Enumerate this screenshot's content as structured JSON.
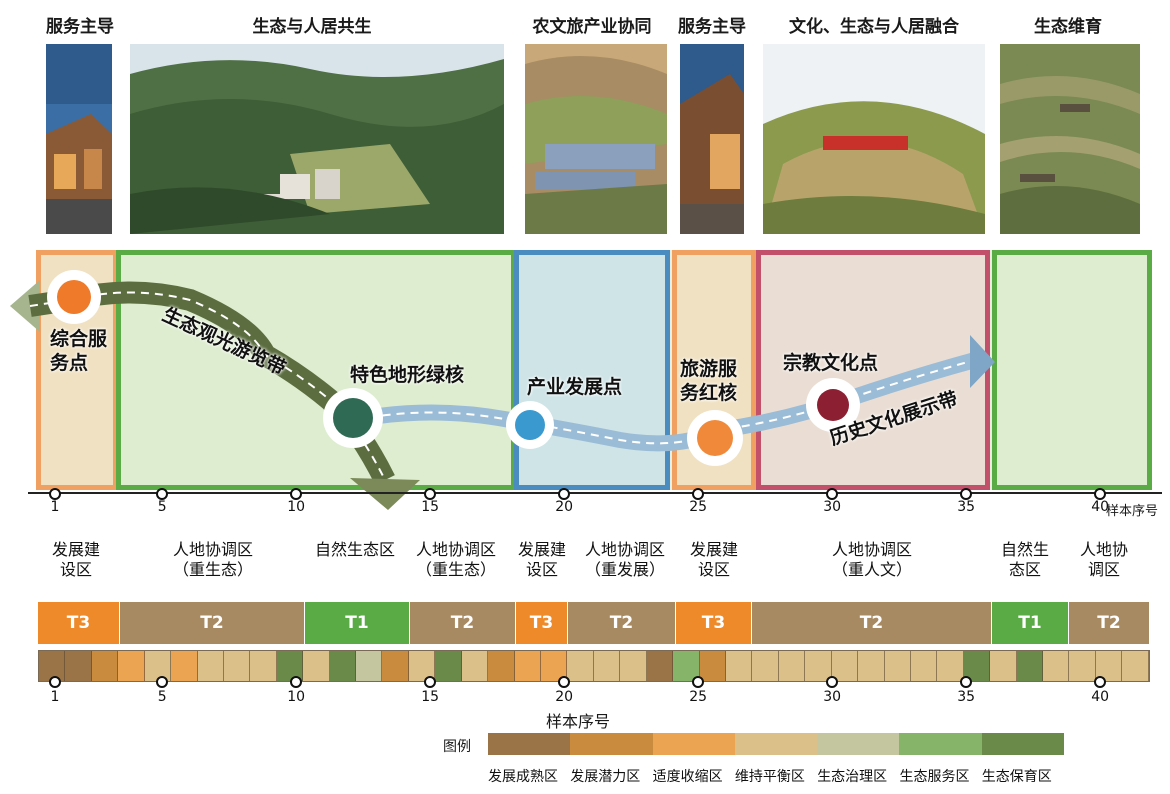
{
  "sections": [
    {
      "title": "服务主导"
    },
    {
      "title": "生态与人居共生"
    },
    {
      "title": "农文旅产业协同"
    },
    {
      "title": "服务主导"
    },
    {
      "title": "文化、生态与人居融合"
    },
    {
      "title": "生态维育"
    }
  ],
  "map_labels": {
    "service_point": "综合服\n务点",
    "eco_corridor": "生态观光游览带",
    "green_core": "特色地形绿核",
    "industry_point": "产业发展点",
    "tourism_core": "旅游服\n务红核",
    "religion_point": "宗教文化点",
    "history_belt": "历史文化展示带"
  },
  "top_axis": {
    "ticks": [
      "1",
      "5",
      "10",
      "15",
      "20",
      "25",
      "30",
      "35",
      "40"
    ],
    "label": "样本序号"
  },
  "zones": [
    {
      "text": "发展建\n设区"
    },
    {
      "text": "人地协调区\n（重生态）"
    },
    {
      "text": "自然生态区"
    },
    {
      "text": "人地协调区\n（重生态）"
    },
    {
      "text": "发展建\n设区"
    },
    {
      "text": "人地协调区\n（重发展）"
    },
    {
      "text": "发展建\n设区"
    },
    {
      "text": "人地协调区\n（重人文）"
    },
    {
      "text": "自然生\n态区"
    },
    {
      "text": "人地协\n调区"
    }
  ],
  "tiers": [
    "T3",
    "T2",
    "T1",
    "T2",
    "T3",
    "T2",
    "T3",
    "T2",
    "T1",
    "T2"
  ],
  "tier_colors": {
    "T1": "#5aaa45",
    "T2": "#a88a62",
    "T3": "#ee8a2a"
  },
  "sample_categories": [
    "发展成熟区",
    "发展成熟区",
    "发展潜力区",
    "适度收缩区",
    "维持平衡区",
    "适度收缩区",
    "维持平衡区",
    "维持平衡区",
    "维持平衡区",
    "生态保育区",
    "维持平衡区",
    "生态保育区",
    "生态治理区",
    "发展潜力区",
    "维持平衡区",
    "生态保育区",
    "维持平衡区",
    "发展潜力区",
    "适度收缩区",
    "适度收缩区",
    "维持平衡区",
    "维持平衡区",
    "维持平衡区",
    "发展成熟区",
    "生态服务区",
    "发展潜力区",
    "维持平衡区",
    "维持平衡区",
    "维持平衡区",
    "维持平衡区",
    "维持平衡区",
    "维持平衡区",
    "维持平衡区",
    "维持平衡区",
    "维持平衡区",
    "生态保育区",
    "维持平衡区",
    "生态保育区",
    "维持平衡区",
    "维持平衡区",
    "维持平衡区",
    "维持平衡区"
  ],
  "bottom_axis": {
    "ticks": [
      "1",
      "5",
      "10",
      "15",
      "20",
      "25",
      "30",
      "35",
      "40"
    ],
    "label": "样本序号"
  },
  "legend": {
    "title": "图例",
    "items": [
      {
        "label": "发展成熟区",
        "color": "#9a7447"
      },
      {
        "label": "发展潜力区",
        "color": "#c98c3e"
      },
      {
        "label": "适度收缩区",
        "color": "#eba452"
      },
      {
        "label": "维持平衡区",
        "color": "#dcc08a"
      },
      {
        "label": "生态治理区",
        "color": "#c4c6a0"
      },
      {
        "label": "生态服务区",
        "color": "#86b469"
      },
      {
        "label": "生态保育区",
        "color": "#6a8a4a"
      }
    ]
  }
}
